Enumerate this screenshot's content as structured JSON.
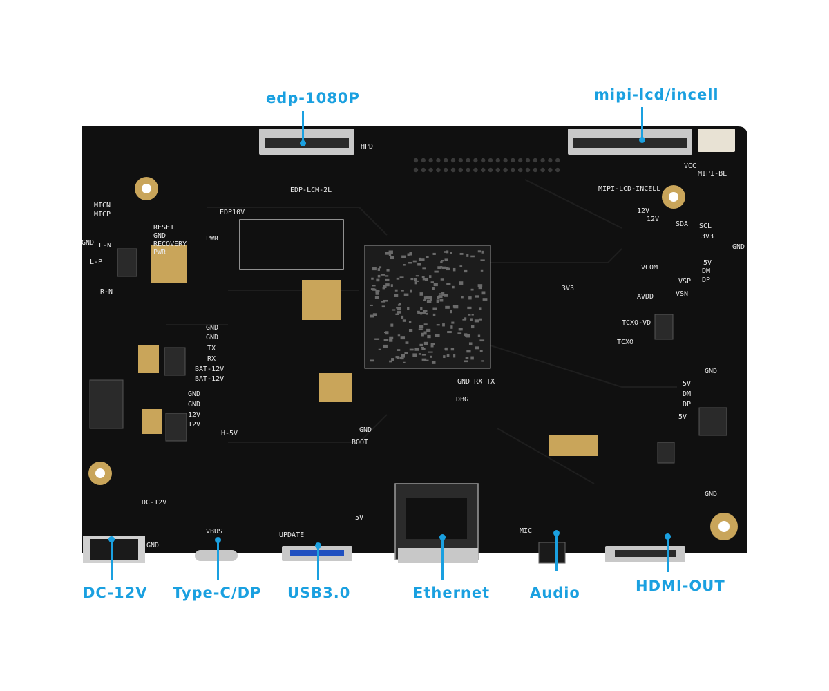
{
  "callouts": {
    "edp": "edp-1080P",
    "mipi": "mipi-lcd/incell",
    "dc": "DC-12V",
    "typec": "Type-C/DP",
    "usb": "USB3.0",
    "ethernet": "Ethernet",
    "audio": "Audio",
    "hdmi": "HDMI-OUT"
  },
  "silkscreen": {
    "edp_lcm": "EDP-LCM-2L",
    "mipi_incell": "MIPI-LCD-INCELL",
    "mipi_bl": "MIPI-BL",
    "reset": "RESET",
    "gnd_a": "GND",
    "recovery": "RECOVERY",
    "pwr": "PWR",
    "pwr2": "PWR",
    "micn": "MICN",
    "micp": "MICP",
    "ln": "L-N",
    "lp": "L-P",
    "rn": "R-N",
    "gnd_b": "GND",
    "gnd_c": "GND",
    "tx": "TX",
    "rx": "RX",
    "bat1": "BAT-12V",
    "bat2": "BAT-12V",
    "gnd_d": "GND",
    "gnd_e": "GND",
    "v12a": "12V",
    "v12b": "12V",
    "h5v": "H-5V",
    "dc12v": "DC-12V",
    "gnd_f": "GND",
    "vbus": "VBUS",
    "update": "UPDATE",
    "boot": "BOOT",
    "gnd_g": "GND",
    "v5": "5V",
    "dbg_hdr": "GND RX TX",
    "dbg": "DBG",
    "mic": "MIC",
    "vcom": "VCOM",
    "avdd": "AVDD",
    "vsp": "VSP",
    "vsn": "VSN",
    "tcxo_vd": "TCXO-VD",
    "tcxo": "TCXO",
    "v3v3a": "3V3",
    "v3v3b": "3V3",
    "v5a": "5V",
    "dm": "DM",
    "dp": "DP",
    "gnd_h": "GND",
    "v5b": "5V",
    "dm2": "DM",
    "dp2": "DP",
    "v5c": "5V",
    "gnd_i": "GND",
    "sda": "SDA",
    "scl": "SCL",
    "vcc": "VCC",
    "v12c": "12V",
    "v12d": "12V",
    "gnd_j": "GND",
    "edp10v": "EDP10V",
    "gnd_k": "GND",
    "hpd": "HPD"
  },
  "colors": {
    "accent": "#1aa0e0",
    "board": "#101010",
    "gold": "#c9a55a",
    "silk": "#e9e9e9"
  }
}
